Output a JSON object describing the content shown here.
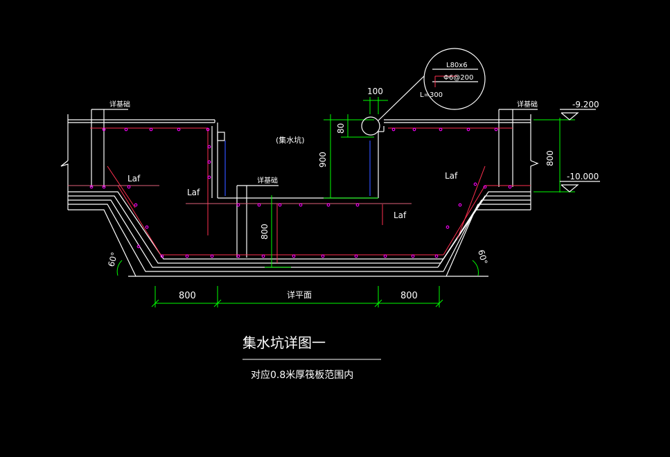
{
  "drawing": {
    "title": "集水坑详图一",
    "subtitle": "对应0.8米厚筏板范围内",
    "labels": {
      "raft_left": "详基础",
      "raft_right": "详基础",
      "raft_mid": "详基础",
      "pit": "(集水坑)",
      "laf_1": "Laf",
      "laf_2": "Laf",
      "laf_3": "Laf",
      "laf_4": "Laf",
      "angle_left": "60°",
      "angle_right": "60°",
      "plan_ref": "详平面"
    },
    "dimensions": {
      "bottom_left": "800",
      "bottom_right": "800",
      "col_width": "100",
      "step_80": "80",
      "depth_900": "900",
      "depth_800_mid": "800",
      "depth_800_right": "800"
    },
    "elevations": {
      "top": "-9.200",
      "bottom": "-10.000"
    },
    "detail": {
      "angle": "L80x6",
      "bar": "Φ6@200",
      "length": "L=300"
    }
  }
}
